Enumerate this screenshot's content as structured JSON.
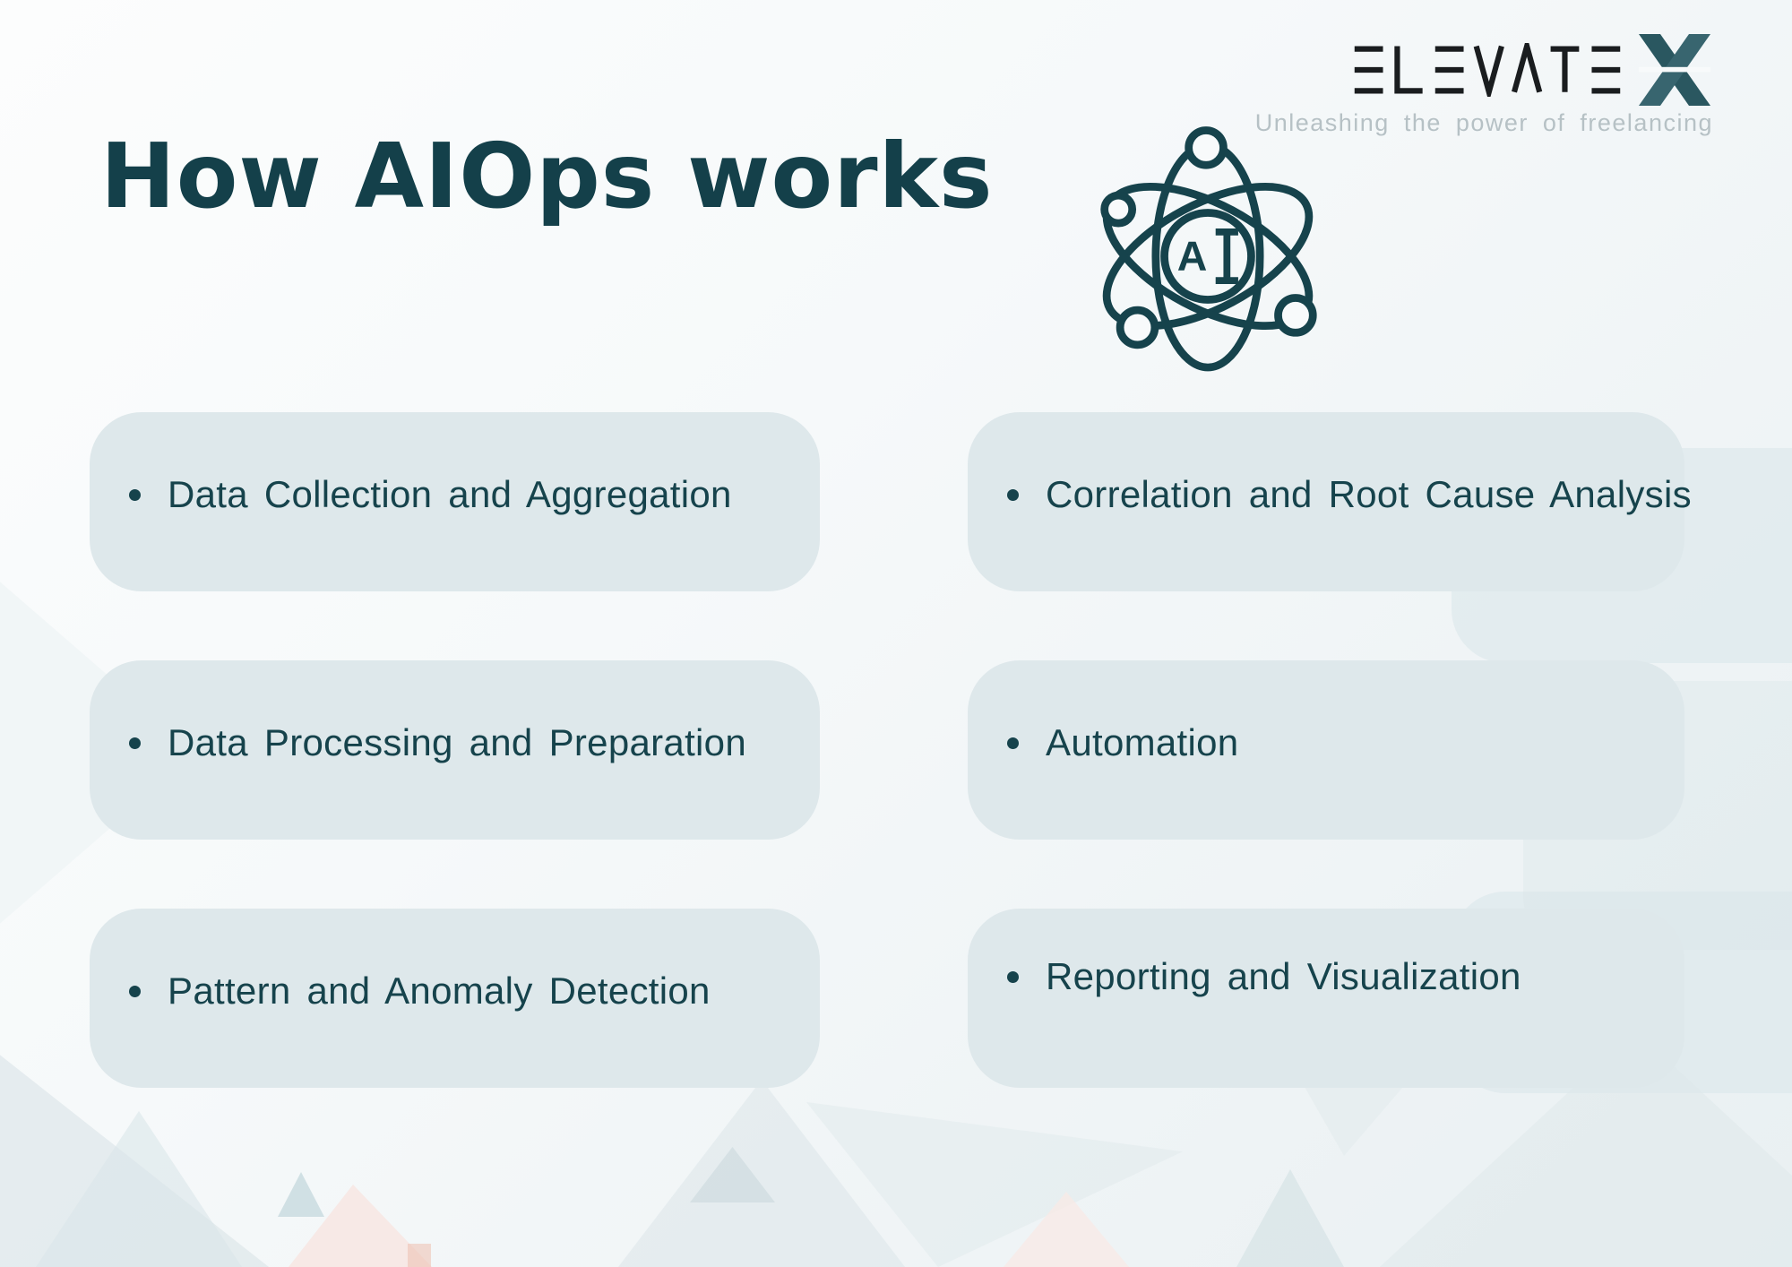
{
  "brand": {
    "wordmark": "ELEVATE",
    "mark": "X",
    "tagline": "Unleashing the power of freelancing"
  },
  "title": "How AIOps works",
  "ai_icon": {
    "label_a": "A",
    "label": "AI"
  },
  "cards": [
    {
      "label": "Data Collection and Aggregation"
    },
    {
      "label": "Correlation and Root Cause Analysis"
    },
    {
      "label": "Data Processing and Preparation"
    },
    {
      "label": "Automation"
    },
    {
      "label": "Pattern and Anomaly Detection"
    },
    {
      "label": "Reporting and Visualization"
    }
  ],
  "colors": {
    "teal_dark": "#16434c",
    "title_teal": "#14404a",
    "card_bg": "#dee8eb",
    "page_bg": "#f6f9fa",
    "logo_x_teal": "#2f5b64",
    "logo_text": "#1a1d1f",
    "tagline_gray": "#b6c1c5",
    "deco_pink": "#f7e7e3"
  }
}
